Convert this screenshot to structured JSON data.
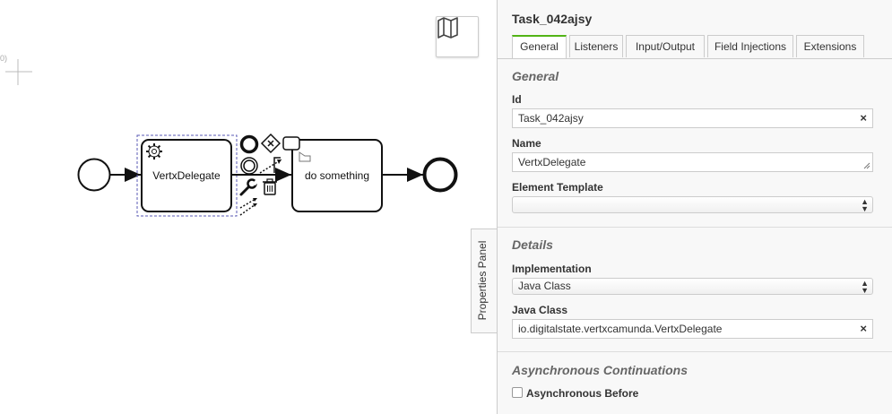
{
  "canvas": {
    "coord_label": "0)",
    "tasks": [
      {
        "label": "VertxDelegate"
      },
      {
        "label": "do something"
      }
    ],
    "map_icon": "map-icon"
  },
  "panel": {
    "toggle_label": "Properties Panel",
    "title": "Task_042ajsy",
    "tabs": [
      {
        "label": "General",
        "active": true
      },
      {
        "label": "Listeners"
      },
      {
        "label": "Input/Output"
      },
      {
        "label": "Field Injections"
      },
      {
        "label": "Extensions"
      }
    ],
    "general": {
      "heading": "General",
      "id_label": "Id",
      "id_value": "Task_042ajsy",
      "name_label": "Name",
      "name_value": "VertxDelegate",
      "template_label": "Element Template",
      "template_value": ""
    },
    "details": {
      "heading": "Details",
      "implementation_label": "Implementation",
      "implementation_value": "Java Class",
      "java_class_label": "Java Class",
      "java_class_value": "io.digitalstate.vertxcamunda.VertxDelegate"
    },
    "async": {
      "heading": "Asynchronous Continuations",
      "before_label": "Asynchronous Before"
    },
    "clear_glyph": "×",
    "select_arrow": "▲▼",
    "accent_color": "#52b415"
  }
}
